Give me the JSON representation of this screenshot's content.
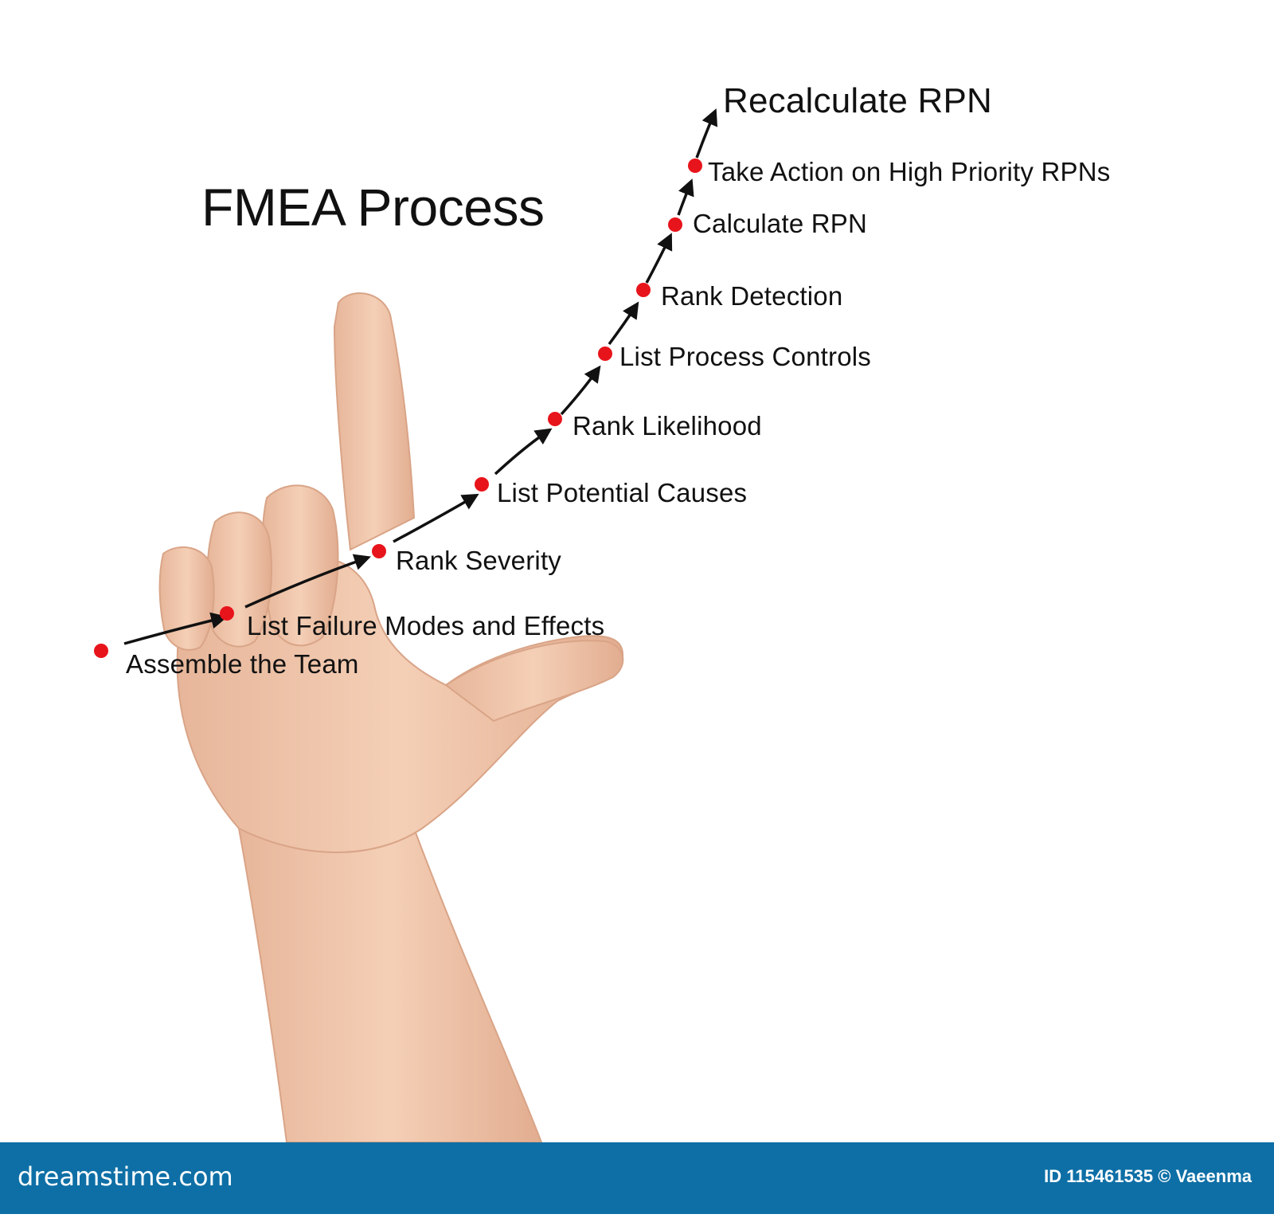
{
  "title": "FMEA Process",
  "steps": [
    {
      "label": "Assemble the Team"
    },
    {
      "label": "List Failure Modes and Effects"
    },
    {
      "label": "Rank Severity"
    },
    {
      "label": "List Potential Causes"
    },
    {
      "label": "Rank Likelihood"
    },
    {
      "label": "List Process Controls"
    },
    {
      "label": "Rank Detection"
    },
    {
      "label": "Calculate RPN"
    },
    {
      "label": "Take Action on High Priority RPNs"
    }
  ],
  "final_step": {
    "label": "Recalculate RPN"
  },
  "colors": {
    "node": "#e8141b",
    "arrow": "#111111",
    "footer": "#0e6fa6",
    "skin": "#f0c7ac"
  },
  "footer": {
    "brand": "dreamstime.com",
    "credit": "ID 115461535 © Vaeenma"
  }
}
